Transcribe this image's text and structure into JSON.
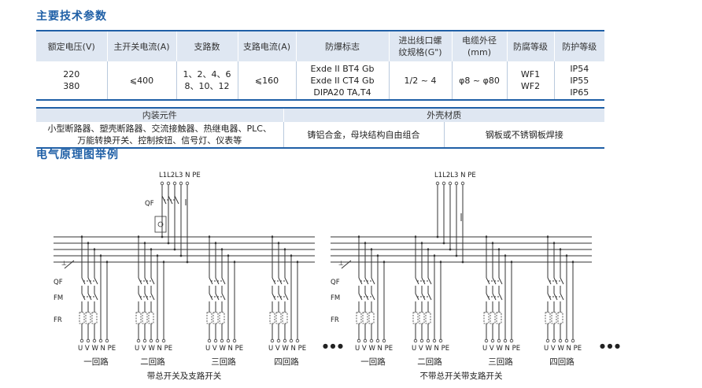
{
  "headings": {
    "specs": "主要技术参数",
    "diagram": "电气原理图举例"
  },
  "spec_table": {
    "headers": [
      "额定电压(V)",
      "主开关电流(A)",
      "支路数",
      "支路电流(A)",
      "防爆标志",
      "进出线口螺纹规格(G\")",
      "电缆外径(mm)",
      "防腐等级",
      "防护等级"
    ],
    "voltage": [
      "220",
      "380"
    ],
    "main_current": "⩽400",
    "branches": [
      "1、2、4、6",
      "8、10、12"
    ],
    "branch_current": "⩽160",
    "ex_marks": [
      "Exde II BT4 Gb",
      "Exde II CT4 Gb",
      "DIPA20 TA,T4"
    ],
    "thread": "1/2 ~ 4",
    "cable": "φ8 ~ φ80",
    "anticorrosion": [
      "WF1",
      "WF2"
    ],
    "protection": [
      "IP54",
      "IP55",
      "IP65"
    ]
  },
  "parts_table": {
    "header_components": "内装元件",
    "header_shell": "外壳材质",
    "components_text": [
      "小型断路器、塑壳断路器、交流接触器、热继电器、PLC、",
      "万能转换开关、控制按钮、信号灯、仪表等"
    ],
    "shell_cast": "铸铝合金，母块结构自由组合",
    "shell_steel": "钢板或不锈钢板焊接"
  },
  "diagram": {
    "incoming_label": "L1L2L3 N PE",
    "labels": {
      "qf": "QF",
      "fm": "FM",
      "fr": "FR"
    },
    "terminals": "U V W N PE",
    "dots": "● ● ●",
    "circuits": [
      "一回路",
      "二回路",
      "三回路",
      "四回路"
    ],
    "left_caption": "带总开关及支路开关",
    "right_caption": "不带总开关带支路开关"
  }
}
